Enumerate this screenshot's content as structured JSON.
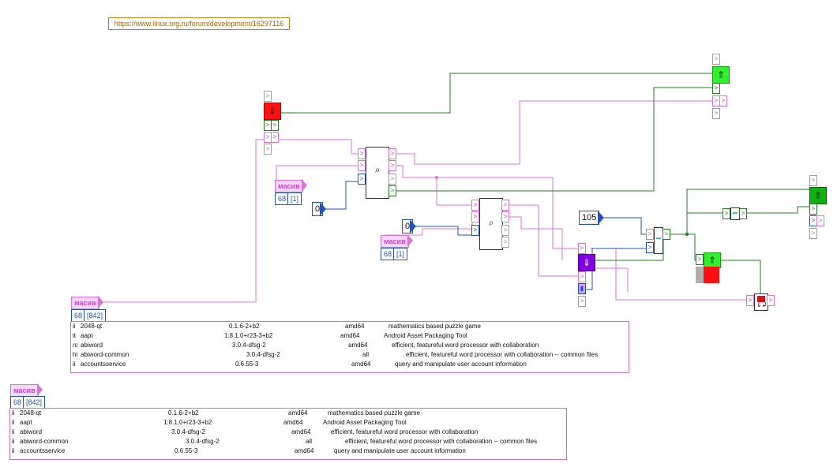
{
  "url": "https://www.linux.org.ru/forum/development/16297116",
  "nodes": {
    "array_label": "масив",
    "array_top": {
      "index": "68",
      "value": "[1]"
    },
    "array_mid": {
      "index": "68",
      "value": "[1]"
    },
    "array_bottom": {
      "index": "68",
      "value": "[842]"
    },
    "array_lower": {
      "index": "68",
      "value": "[842]"
    },
    "const_zero_a": "0",
    "const_zero_b": "0",
    "const_105": "105"
  },
  "package_rows": [
    {
      "status": "ii",
      "name": "2048-qt",
      "version": "0.1.6-2+b2",
      "arch": "amd64",
      "desc": "mathematics based puzzle game"
    },
    {
      "status": "ii",
      "name": "aapt",
      "version": "1:8.1.0+r23-3+b2",
      "arch": "amd64",
      "desc": "Android Asset Packaging Tool"
    },
    {
      "status": "ii",
      "name": "abiword",
      "version": "3.0.4-dfsg-2",
      "arch": "amd64",
      "desc": "efficient, featureful word processor with collaboration"
    },
    {
      "status": "ii",
      "name": "abiword-common",
      "version": "3.0.4-dfsg-2",
      "arch": "all",
      "desc": "efficient, featureful word processor with collaboration -- common files"
    },
    {
      "status": "ii",
      "name": "accountsservice",
      "version": "0.6.55-3",
      "arch": "amd64",
      "desc": "query and manipulate user account information"
    }
  ],
  "package_rows_upper": [
    {
      "status": "ii",
      "name": "2048-qt",
      "version": "0.1.6-2+b2",
      "arch": "amd64",
      "desc": "mathematics based puzzle game"
    },
    {
      "status": "it",
      "name": "aapt",
      "version": "1:8.1.0+r23-3+b2",
      "arch": "amd64",
      "desc": "Android Asset Packaging Tool"
    },
    {
      "status": "rc",
      "name": "abiword",
      "version": "3.0.4-dfsg-2",
      "arch": "amd64",
      "desc": "efficient, featureful word processor with collaboration"
    },
    {
      "status": "hi",
      "name": "abiword-common",
      "version": "3.0.4-dfsg-2",
      "arch": "all",
      "desc": "efficient, featureful word processor with collaboration -- common files"
    },
    {
      "status": "ii",
      "name": "accountsservice",
      "version": "0.6.55-3",
      "arch": "amd64",
      "desc": "query and manipulate user account information"
    }
  ],
  "colors": {
    "pink_wire": "#e070e0",
    "green_wire": "#208020",
    "blue_wire": "#2050c0",
    "red_block": "#ff1010",
    "green_block": "#30d030",
    "purple_block": "#8000e0"
  }
}
